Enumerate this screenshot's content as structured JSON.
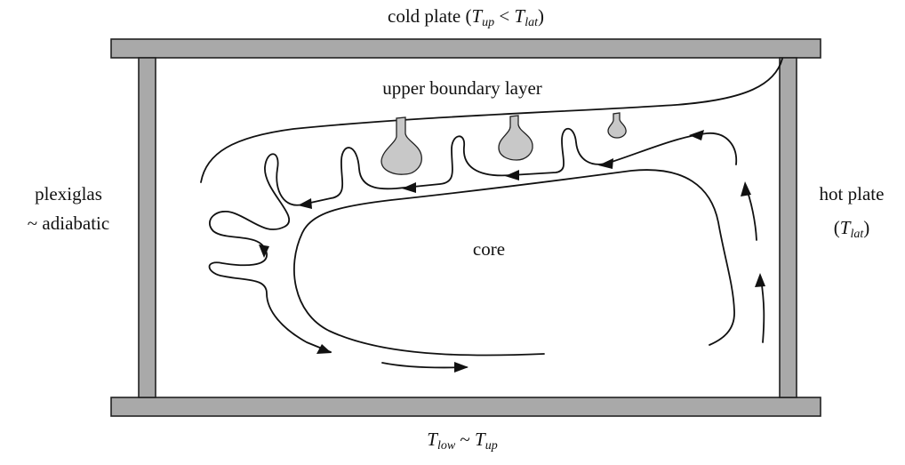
{
  "labels": {
    "cold_plate_prefix": "cold plate (",
    "t_up": "T",
    "t_up_sub": "up",
    "less_than": " < ",
    "t_lat": "T",
    "t_lat_sub": "lat",
    "cold_plate_suffix": ")",
    "upper_boundary_layer": "upper boundary layer",
    "core": "core",
    "plexiglas": "plexiglas",
    "adiabatic": "~ adiabatic",
    "hot_plate": "hot plate",
    "hot_plate_open": "(",
    "hot_t": "T",
    "hot_t_sub": "lat",
    "hot_plate_close": ")",
    "bottom_t_low": "T",
    "bottom_t_low_sub": "low",
    "tilde": " ~ ",
    "bottom_t_up": "T",
    "bottom_t_up_sub": "up"
  },
  "colors": {
    "plate_fill": "#a9a9a9",
    "plume_fill": "#c8c8c8",
    "line": "#111111"
  }
}
